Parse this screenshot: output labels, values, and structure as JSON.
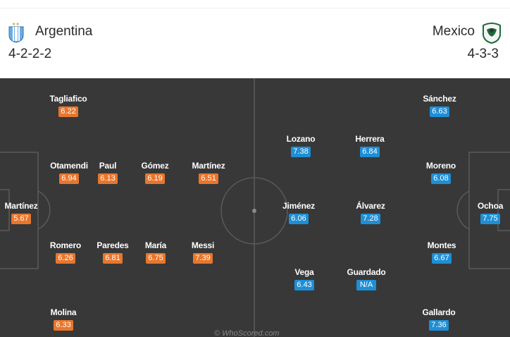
{
  "home": {
    "name": "Argentina",
    "formation": "4-2-2-2",
    "players": [
      {
        "name": "Tagliafico",
        "rating": "6.22"
      },
      {
        "name": "Otamendi",
        "rating": "6.94"
      },
      {
        "name": "Paul",
        "rating": "6.13"
      },
      {
        "name": "Gómez",
        "rating": "6.19"
      },
      {
        "name": "Martínez",
        "rating": "6.51"
      },
      {
        "name": "Martínez",
        "rating": "5.67"
      },
      {
        "name": "Romero",
        "rating": "6.26"
      },
      {
        "name": "Paredes",
        "rating": "6.81"
      },
      {
        "name": "María",
        "rating": "6.75"
      },
      {
        "name": "Messi",
        "rating": "7.39"
      },
      {
        "name": "Molina",
        "rating": "6.33"
      }
    ]
  },
  "away": {
    "name": "Mexico",
    "formation": "4-3-3",
    "players": [
      {
        "name": "Sánchez",
        "rating": "6.63"
      },
      {
        "name": "Lozano",
        "rating": "7.38"
      },
      {
        "name": "Herrera",
        "rating": "6.84"
      },
      {
        "name": "Moreno",
        "rating": "6.08"
      },
      {
        "name": "Jiménez",
        "rating": "6.06"
      },
      {
        "name": "Álvarez",
        "rating": "7.28"
      },
      {
        "name": "Ochoa",
        "rating": "7.75"
      },
      {
        "name": "Montes",
        "rating": "6.67"
      },
      {
        "name": "Vega",
        "rating": "6.43"
      },
      {
        "name": "Guardado",
        "rating": "N/A"
      },
      {
        "name": "Gallardo",
        "rating": "7.36"
      }
    ]
  },
  "watermark": "© WhoScored.com",
  "colors": {
    "home_rating": "#e8762c",
    "away_rating": "#1e8fd6",
    "pitch": "#383838"
  }
}
